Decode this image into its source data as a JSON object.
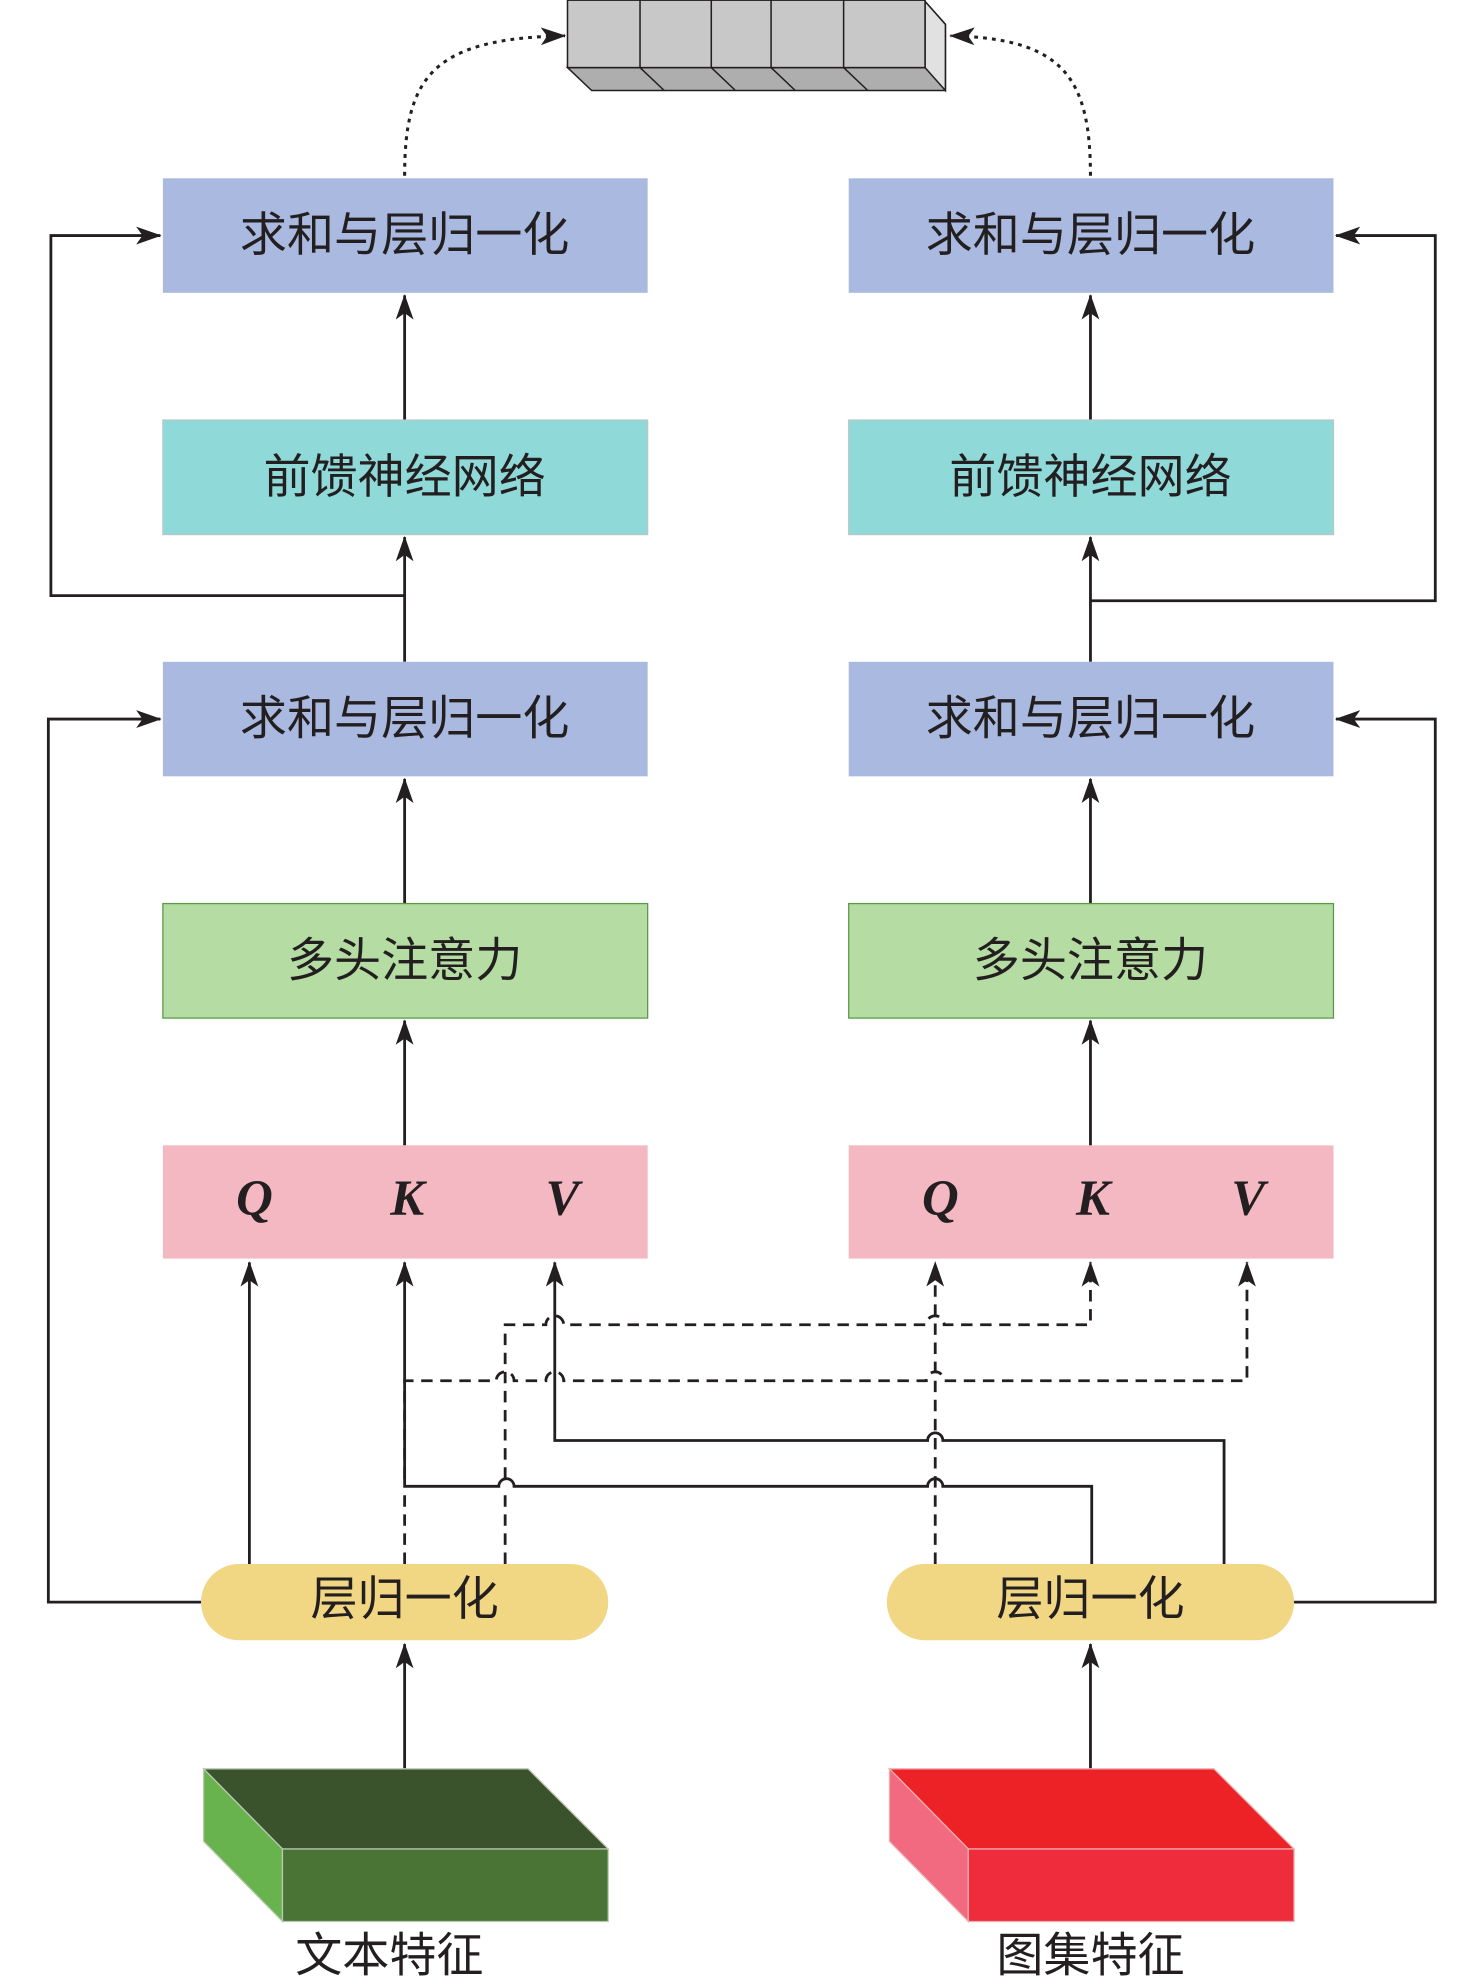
{
  "left": {
    "sum_norm_top": "求和与层归一化",
    "ffn": "前馈神经网络",
    "sum_norm_bottom": "求和与层归一化",
    "mha": "多头注意力",
    "q": "Q",
    "k": "K",
    "v": "V",
    "layer_norm": "层归一化",
    "input_label": "文本特征"
  },
  "right": {
    "sum_norm_top": "求和与层归一化",
    "ffn": "前馈神经网络",
    "sum_norm_bottom": "求和与层归一化",
    "mha": "多头注意力",
    "q": "Q",
    "k": "K",
    "v": "V",
    "layer_norm": "层归一化",
    "input_label": "图集特征"
  },
  "colors": {
    "sum_norm": "#a9b9e0",
    "ffn": "#8fd9d8",
    "mha": "#b4dca3",
    "qkv": "#f3b8c2",
    "layer_norm": "#f1d684",
    "text_feature": "#4a7436",
    "image_feature": "#ef2c3c",
    "output_vector": "#c8c8c8"
  }
}
